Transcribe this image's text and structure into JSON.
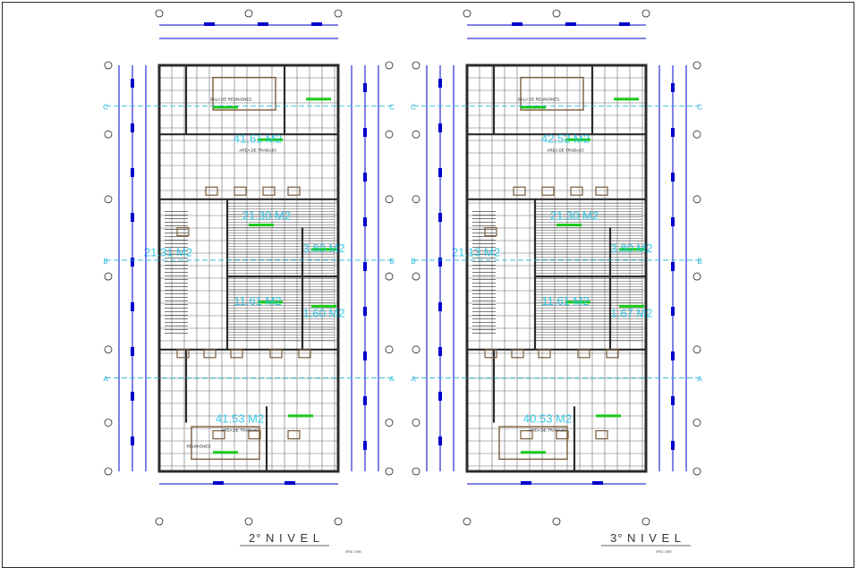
{
  "plans": [
    {
      "id": "nivel-2",
      "title": "2° N I V E L",
      "scale": "ESC 1/50",
      "grid_rows": [
        "C",
        "B",
        "A"
      ],
      "rooms": [
        {
          "label": "SALA DE REUNIONES",
          "area": ""
        },
        {
          "label": "AREA DE TRABAJO",
          "area": "41.61 M2"
        },
        {
          "label": "",
          "area": "21.30 M2"
        },
        {
          "label": "",
          "area": "21.31 M2"
        },
        {
          "label": "",
          "area": "3.80 M2"
        },
        {
          "label": "",
          "area": "11.61 M2"
        },
        {
          "label": "",
          "area": "1.60 M2"
        },
        {
          "label": "AREA DE TRABAJO",
          "area": "41.53 M2"
        },
        {
          "label": "REUNIONES",
          "area": ""
        }
      ]
    },
    {
      "id": "nivel-3",
      "title": "3° N I V E L",
      "scale": "ESC 1/50",
      "grid_rows": [
        "C",
        "B",
        "A"
      ],
      "rooms": [
        {
          "label": "SALA DE REUNIONES",
          "area": ""
        },
        {
          "label": "AREA DE TRABAJO",
          "area": "42.52 M2"
        },
        {
          "label": "",
          "area": "21.30 M2"
        },
        {
          "label": "",
          "area": "21.13 M2"
        },
        {
          "label": "",
          "area": "3.80 M2"
        },
        {
          "label": "",
          "area": "11.61 M2"
        },
        {
          "label": "",
          "area": "1.67 M2"
        },
        {
          "label": "AREA DE TRABAJO",
          "area": "40.53 M2"
        },
        {
          "label": "",
          "area": ""
        }
      ]
    }
  ],
  "colors": {
    "wall": "#2b2b2b",
    "grid": "#3a3a3a",
    "dimension": "#0000cc",
    "axis": "#1fb4d8",
    "furniture": "#7a5a3a",
    "annotation": "#19c919",
    "area_text": "#22c4e6"
  }
}
